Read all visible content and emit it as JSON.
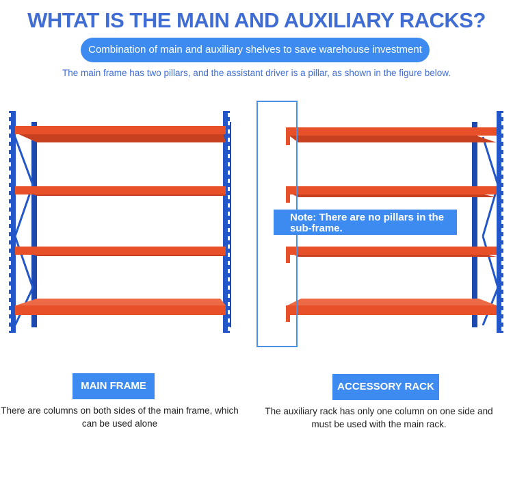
{
  "header": {
    "title": "WHTAT IS THE MAIN AND AUXILIARY RACKS?",
    "pill": "Combination of main and auxiliary shelves to save warehouse investment",
    "subtitle": "The main frame has two pillars, and the assistant driver is a pillar, as shown in the figure below."
  },
  "note": "Note: There are no pillars in the sub-frame.",
  "main_frame": {
    "label": "MAIN FRAME",
    "description_line1": "There are columns on both sides of the main frame, which",
    "description_line2": "can be used alone"
  },
  "accessory_rack": {
    "label": "ACCESSORY RACK",
    "description_line1": "The auxiliary rack has only one column on one side and",
    "description_line2": "must be used with the main rack."
  },
  "colors": {
    "brand_blue": "#3d8bf0",
    "title_blue": "#3f6dd4",
    "beam_orange": "#e8502a",
    "upright_blue": "#2356c8"
  }
}
